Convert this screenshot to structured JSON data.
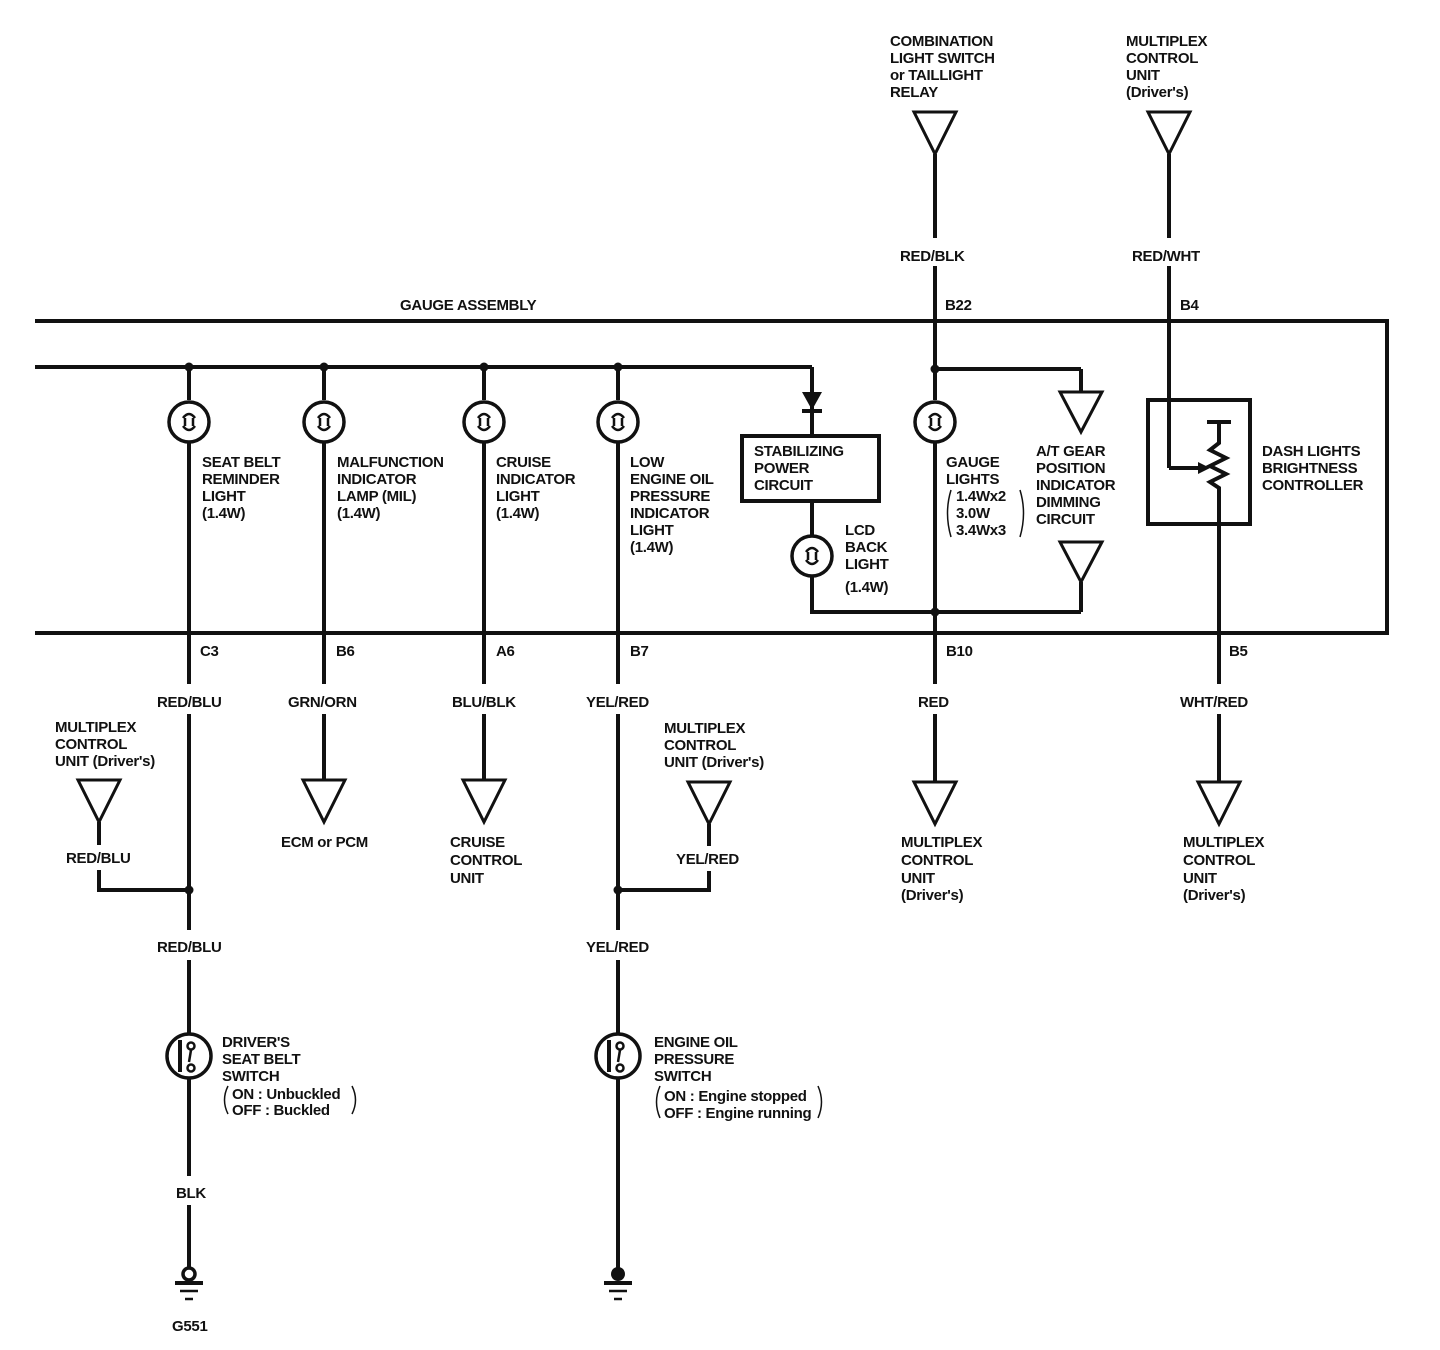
{
  "gauge_assembly": {
    "label": "GAUGE ASSEMBLY",
    "pins": {
      "b22": "B22",
      "b4": "B4",
      "c3": "C3",
      "b6": "B6",
      "a6": "A6",
      "b7": "B7",
      "b10": "B10",
      "b5": "B5"
    }
  },
  "top_sources": {
    "light_switch": [
      "COMBINATION",
      "LIGHT SWITCH",
      "or TAILLIGHT",
      "RELAY"
    ],
    "light_switch_wire": "RED/BLK",
    "multiplex_top": [
      "MULTIPLEX",
      "CONTROL",
      "UNIT",
      "(Driver's)"
    ],
    "multiplex_top_wire": "RED/WHT"
  },
  "components": {
    "seat_belt_light": [
      "SEAT BELT",
      "REMINDER",
      "LIGHT",
      "(1.4W)"
    ],
    "mil": [
      "MALFUNCTION",
      "INDICATOR",
      "LAMP (MIL)",
      "(1.4W)"
    ],
    "cruise_light": [
      "CRUISE",
      "INDICATOR",
      "LIGHT",
      "(1.4W)"
    ],
    "oil_light": [
      "LOW",
      "ENGINE OIL",
      "PRESSURE",
      "INDICATOR",
      "LIGHT",
      "(1.4W)"
    ],
    "stabilizing": [
      "STABILIZING",
      "POWER",
      "CIRCUIT"
    ],
    "lcd_back_light": [
      "LCD",
      "BACK",
      "LIGHT",
      "(1.4W)"
    ],
    "gauge_lights": [
      "GAUGE",
      "LIGHTS"
    ],
    "gauge_lights_ratings": [
      "1.4Wx2",
      "3.0W",
      "3.4Wx3"
    ],
    "at_gear": [
      "A/T GEAR",
      "POSITION",
      "INDICATOR",
      "DIMMING",
      "CIRCUIT"
    ],
    "dash_lights": [
      "DASH LIGHTS",
      "BRIGHTNESS",
      "CONTROLLER"
    ]
  },
  "wires": {
    "c3": "RED/BLU",
    "b6": "GRN/ORN",
    "a6": "BLU/BLK",
    "b7": "YEL/RED",
    "b10": "RED",
    "b5": "WHT/RED",
    "mux_left": "RED/BLU",
    "seat_lower": "RED/BLU",
    "mux_oil": "YEL/RED",
    "oil_lower": "YEL/RED",
    "ground_left": "BLK"
  },
  "destinations": {
    "mux_left": [
      "MULTIPLEX",
      "CONTROL",
      "UNIT (Driver's)"
    ],
    "ecm": [
      "ECM or PCM"
    ],
    "cruise_unit": [
      "CRUISE",
      "CONTROL",
      "UNIT"
    ],
    "mux_oil": [
      "MULTIPLEX",
      "CONTROL",
      "UNIT (Driver's)"
    ],
    "mux_b10": [
      "MULTIPLEX",
      "CONTROL",
      "UNIT",
      "(Driver's)"
    ],
    "mux_b5": [
      "MULTIPLEX",
      "CONTROL",
      "UNIT",
      "(Driver's)"
    ]
  },
  "switches": {
    "seat_belt_switch": [
      "DRIVER'S",
      "SEAT BELT",
      "SWITCH"
    ],
    "seat_belt_states": [
      "ON  : Unbuckled",
      "OFF : Buckled"
    ],
    "oil_switch": [
      "ENGINE OIL",
      "PRESSURE",
      "SWITCH"
    ],
    "oil_states": [
      "ON   : Engine stopped",
      "OFF : Engine running"
    ]
  },
  "grounds": {
    "left": "G551"
  },
  "colors": {
    "ink": "#111111",
    "background": "#ffffff"
  }
}
